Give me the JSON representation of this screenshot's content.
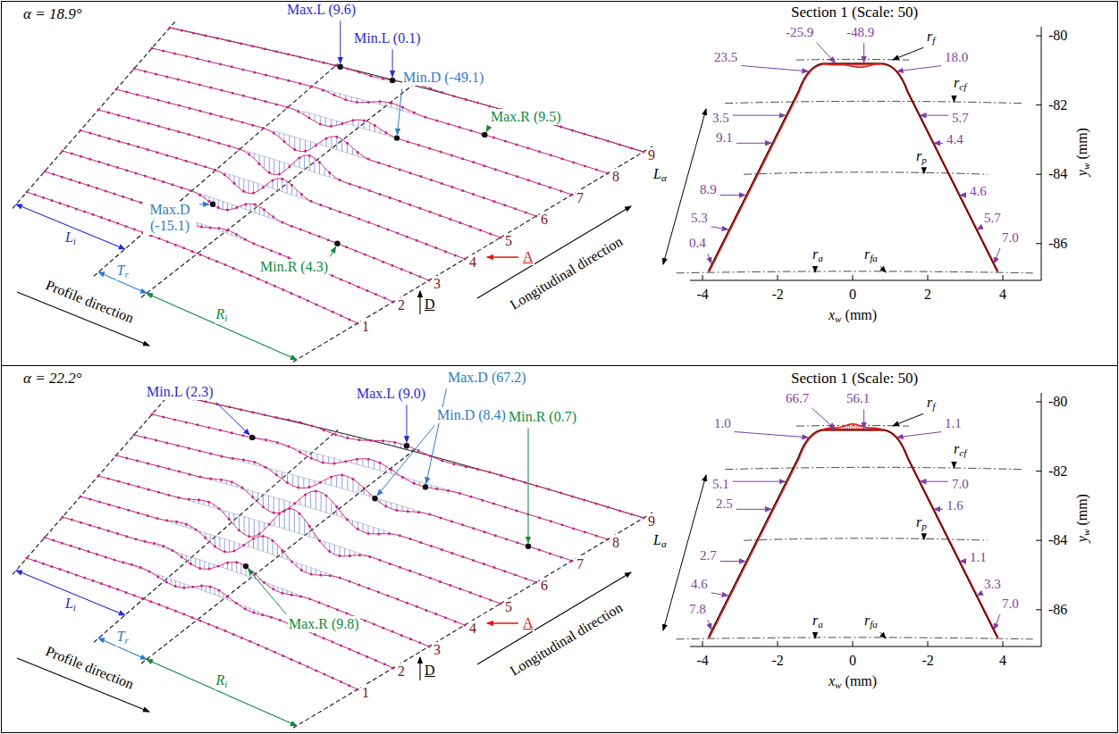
{
  "diagram": {
    "nodes": [
      {
        "text": [
          "α = 18.9°"
        ]
      },
      {
        "text": [
          "α = 22.2°"
        ]
      }
    ],
    "labels": [
      "Max.L (9.6)",
      "Min.L (0.1)",
      "Min.D (-49.1)",
      "Max.R (9.5)",
      "Max.D (-15.1)",
      "Min.R (4.3)",
      "Li",
      "Tr",
      "Ri",
      "Profile direction",
      "Longitudinal direction",
      "1",
      "2",
      "3",
      "4",
      "5",
      "6",
      "7",
      "8",
      "9",
      "A",
      "D",
      "Section 1 (Scale: 50)",
      "-25.9",
      "-48.9",
      "rf",
      "23.5",
      "18.0",
      "rcf",
      "3.5",
      "5.7",
      "9.1",
      "4.4",
      "rp",
      "8.9",
      "4.6",
      "5.3",
      "5.7",
      "0.4",
      "7.0",
      "ra",
      "rfa",
      "Lα",
      "-4",
      "-2",
      "0",
      "2",
      "4",
      "xw (mm)",
      "yw (mm)",
      "-80",
      "-82",
      "-84",
      "-86",
      "Min.L (2.3)",
      "Max.L (9.0)",
      "Max.D (67.2)",
      "Min.D (8.4)",
      "Min.R (0.7)",
      "Max.R (9.8)",
      "Li",
      "Tr",
      "Ri",
      "Profile direction",
      "Longitudinal direction",
      "1",
      "2",
      "3",
      "4",
      "5",
      "6",
      "7",
      "8",
      "9",
      "A",
      "D",
      "Section 1 (Scale: 50)",
      "66.7",
      "56.1",
      "rf",
      "1.0",
      "1.1",
      "rcf",
      "5.1",
      "7.0",
      "2.5",
      "1.6",
      "rp",
      "2.7",
      "1.1",
      "4.6",
      "3.3",
      "7.8",
      "7.0",
      "ra",
      "rfa",
      "Lα",
      "-4",
      "-2",
      "0",
      "-2",
      "4",
      "xw (mm)",
      "yw (mm)",
      "-80",
      "-82",
      "-84",
      "-86"
    ]
  }
}
